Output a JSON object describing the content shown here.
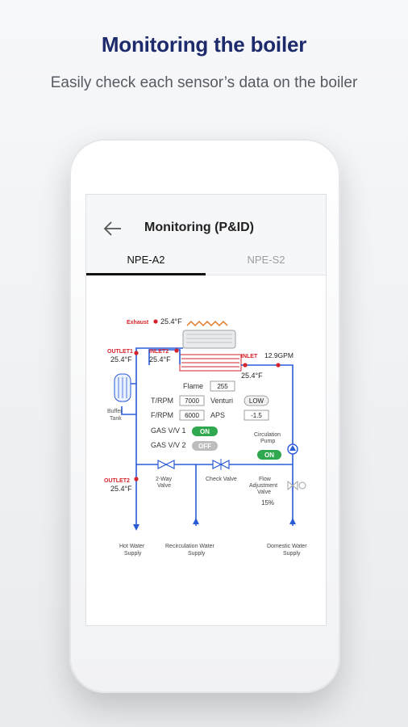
{
  "headline": "Monitoring the boiler",
  "subline": "Easily check each sensor’s data on the boiler",
  "appbar": {
    "title": "Monitoring (P&ID)",
    "back_icon": "arrow-left-icon"
  },
  "tabs": [
    {
      "label": "NPE-A2",
      "active": true
    },
    {
      "label": "NPE-S2",
      "active": false
    }
  ],
  "diagram": {
    "exhaust": {
      "label": "Exhaust",
      "value": "25.4°F"
    },
    "outlet1": {
      "label": "OUTLET1",
      "value": "25.4°F"
    },
    "inlet2": {
      "label": "INLET2",
      "value": "25.4°F"
    },
    "inlet": {
      "label": "INLET",
      "value": "12.9GPM",
      "temp": "25.4°F"
    },
    "buffer_tank": [
      "Buffer",
      "Tank"
    ],
    "flame": {
      "label": "Flame",
      "value": "255"
    },
    "trpm": {
      "label": "T/RPM",
      "value": "7000"
    },
    "venturi": {
      "label": "Venturi",
      "value": "LOW"
    },
    "frpm": {
      "label": "F/RPM",
      "value": "6000"
    },
    "aps": {
      "label": "APS",
      "value": "-1.5"
    },
    "gas_vv1": {
      "label": "GAS V/V 1",
      "value": "ON"
    },
    "gas_vv2": {
      "label": "GAS V/V 2",
      "value": "OFF"
    },
    "circulation_pump": {
      "label": [
        "Circulation",
        "Pump"
      ],
      "value": "ON"
    },
    "outlet2": {
      "label": "OUTLET2",
      "value": "25.4°F"
    },
    "two_way_valve": [
      "2-Way",
      "Valve"
    ],
    "check_valve": "Check Valve",
    "flow_valve": {
      "label": [
        "Flow",
        "Adjustment",
        "Valve"
      ],
      "value": "15%"
    },
    "hot_water": [
      "Hot Water",
      "Supply"
    ],
    "recirculation": [
      "Recirculation Water",
      "Supply"
    ],
    "domestic": [
      "Domestic Water",
      "Supply"
    ]
  },
  "colors": {
    "brand": "#1d2a6b",
    "pipe": "#2a5bd7",
    "sensor_red": "#d6232b",
    "on_green": "#2fa84f",
    "off_grey": "#bdbdbd"
  }
}
